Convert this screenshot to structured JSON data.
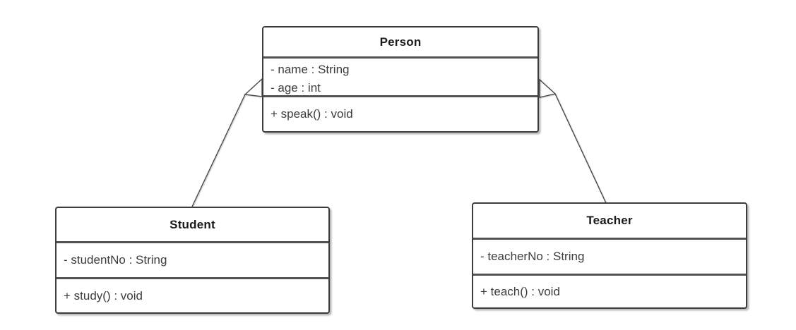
{
  "diagram": {
    "type": "uml-class-diagram",
    "classes": [
      {
        "name": "Person",
        "attributes": [
          "- name : String",
          "- age : int"
        ],
        "methods": [
          "+ speak() : void"
        ]
      },
      {
        "name": "Student",
        "attributes": [
          "- studentNo : String"
        ],
        "methods": [
          "+ study() : void"
        ]
      },
      {
        "name": "Teacher",
        "attributes": [
          "- teacherNo : String"
        ],
        "methods": [
          "+ teach() : void"
        ]
      }
    ],
    "relationships": [
      {
        "from": "Student",
        "to": "Person",
        "type": "generalization"
      },
      {
        "from": "Teacher",
        "to": "Person",
        "type": "generalization"
      }
    ],
    "colors": {
      "background": "#ffffff",
      "box_fill": "#ffffff",
      "box_border": "#3d3d3d",
      "divider": "#525252",
      "member_text": "#3c3c3c",
      "title_text": "#1a1a1a",
      "line": "#4a4a4a"
    }
  }
}
